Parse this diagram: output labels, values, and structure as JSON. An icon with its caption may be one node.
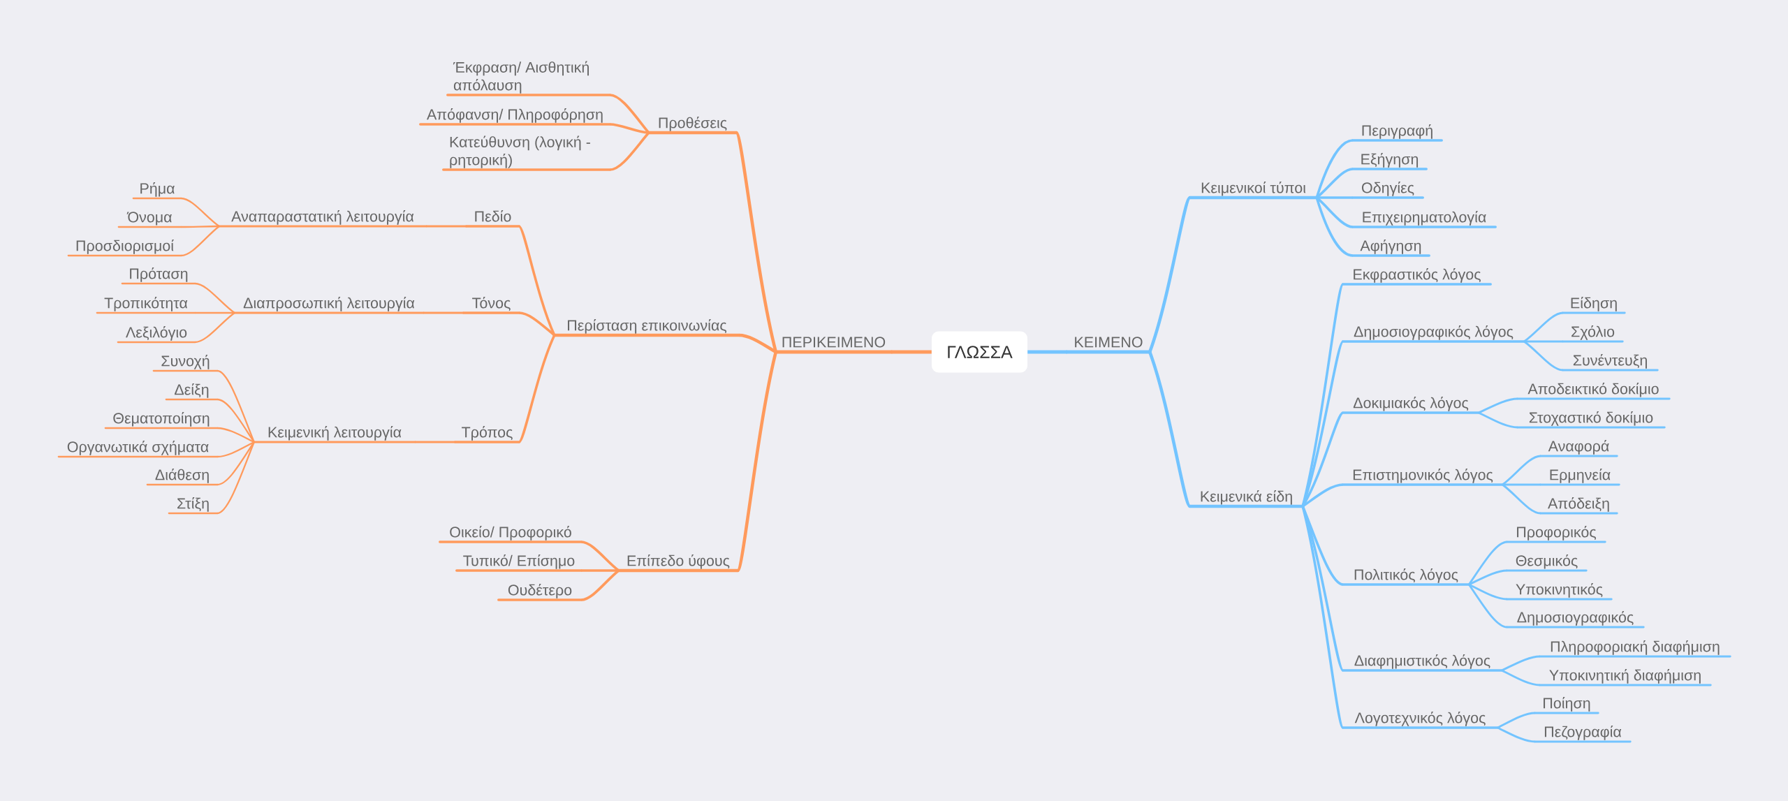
{
  "diagram": {
    "nodes": [
      {
        "text": [
          "ΓΛΩΣΣΑ"
        ]
      },
      {
        "text": [
          "ΠΕΡΙΚΕΙΜΕΝΟ"
        ]
      },
      {
        "text": [
          "Προθέσεις"
        ]
      },
      {
        "text": [
          "Έκφραση/ Αισθητική απόλαυση"
        ]
      },
      {
        "text": [
          "Απόφανση/ Πληροφόρηση"
        ]
      },
      {
        "text": [
          "Κατεύθυνση (λογική - ρητορική)"
        ]
      },
      {
        "text": [
          "Περίσταση επικοινωνίας"
        ]
      },
      {
        "text": [
          "Πεδίο"
        ]
      },
      {
        "text": [
          "Αναπαραστατική λειτουργία"
        ]
      },
      {
        "text": [
          "Ρήμα"
        ]
      },
      {
        "text": [
          "Όνομα"
        ]
      },
      {
        "text": [
          "Προσδιορισμοί"
        ]
      },
      {
        "text": [
          "Τόνος"
        ]
      },
      {
        "text": [
          "Διαπροσωπική λειτουργία"
        ]
      },
      {
        "text": [
          "Πρόταση"
        ]
      },
      {
        "text": [
          "Τροπικότητα"
        ]
      },
      {
        "text": [
          "Λεξιλόγιο"
        ]
      },
      {
        "text": [
          "Τρόπος"
        ]
      },
      {
        "text": [
          "Κειμενική λειτουργία"
        ]
      },
      {
        "text": [
          "Συνοχή"
        ]
      },
      {
        "text": [
          "Δείξη"
        ]
      },
      {
        "text": [
          "Θεματοποίηση"
        ]
      },
      {
        "text": [
          "Οργανωτικά σχήματα"
        ]
      },
      {
        "text": [
          "Διάθεση"
        ]
      },
      {
        "text": [
          "Στίξη"
        ]
      },
      {
        "text": [
          "Επίπεδο ύφους"
        ]
      },
      {
        "text": [
          "Οικείο/ Προφορικό"
        ]
      },
      {
        "text": [
          "Τυπικό/ Επίσημο"
        ]
      },
      {
        "text": [
          "Ουδέτερο"
        ]
      },
      {
        "text": [
          "ΚΕΙΜΕΝΟ"
        ]
      },
      {
        "text": [
          "Κειμενικοί τύποι"
        ]
      },
      {
        "text": [
          "Περιγραφή"
        ]
      },
      {
        "text": [
          "Εξήγηση"
        ]
      },
      {
        "text": [
          "Οδηγίες"
        ]
      },
      {
        "text": [
          "Επιχειρηματολογία"
        ]
      },
      {
        "text": [
          "Αφήγηση"
        ]
      },
      {
        "text": [
          "Κειμενικά είδη"
        ]
      },
      {
        "text": [
          "Εκφραστικός λόγος"
        ]
      },
      {
        "text": [
          "Δημοσιογραφικός λόγος"
        ]
      },
      {
        "text": [
          "Είδηση"
        ]
      },
      {
        "text": [
          "Σχόλιο"
        ]
      },
      {
        "text": [
          "Συνέντευξη"
        ]
      },
      {
        "text": [
          "Δοκιμιακός λόγος"
        ]
      },
      {
        "text": [
          "Αποδεικτικό δοκίμιο"
        ]
      },
      {
        "text": [
          "Στοχαστικό δοκίμιο"
        ]
      },
      {
        "text": [
          "Επιστημονικός λόγος"
        ]
      },
      {
        "text": [
          "Αναφορά"
        ]
      },
      {
        "text": [
          "Ερμηνεία"
        ]
      },
      {
        "text": [
          "Απόδειξη"
        ]
      },
      {
        "text": [
          "Πολιτικός λόγος"
        ]
      },
      {
        "text": [
          "Προφορικός"
        ]
      },
      {
        "text": [
          "Θεσμικός"
        ]
      },
      {
        "text": [
          "Υποκινητικός"
        ]
      },
      {
        "text": [
          "Δημοσιογραφικός"
        ]
      },
      {
        "text": [
          "Διαφημιστικός λόγος"
        ]
      },
      {
        "text": [
          "Πληροφοριακή διαφήμιση"
        ]
      },
      {
        "text": [
          "Υποκινητική διαφήμιση"
        ]
      },
      {
        "text": [
          "Λογοτεχνικός λόγος"
        ]
      },
      {
        "text": [
          "Ποίηση"
        ]
      },
      {
        "text": [
          "Πεζογραφία"
        ]
      }
    ],
    "edges": [
      {
        "from": 0,
        "to": 1,
        "arrow": "none",
        "color": "#ff9a5c"
      },
      {
        "from": 1,
        "to": 2,
        "arrow": "none",
        "color": "#ff9a5c"
      },
      {
        "from": 2,
        "to": 3,
        "arrow": "none",
        "color": "#ff9a5c"
      },
      {
        "from": 2,
        "to": 4,
        "arrow": "none",
        "color": "#ff9a5c"
      },
      {
        "from": 2,
        "to": 5,
        "arrow": "none",
        "color": "#ff9a5c"
      },
      {
        "from": 1,
        "to": 6,
        "arrow": "none",
        "color": "#ff9a5c"
      },
      {
        "from": 6,
        "to": 7,
        "arrow": "none",
        "color": "#ff9a5c"
      },
      {
        "from": 7,
        "to": 8,
        "arrow": "none",
        "color": "#ff9a5c"
      },
      {
        "from": 8,
        "to": 9,
        "arrow": "none",
        "color": "#ff9a5c"
      },
      {
        "from": 8,
        "to": 10,
        "arrow": "none",
        "color": "#ff9a5c"
      },
      {
        "from": 8,
        "to": 11,
        "arrow": "none",
        "color": "#ff9a5c"
      },
      {
        "from": 6,
        "to": 12,
        "arrow": "none",
        "color": "#ff9a5c"
      },
      {
        "from": 12,
        "to": 13,
        "arrow": "none",
        "color": "#ff9a5c"
      },
      {
        "from": 13,
        "to": 14,
        "arrow": "none",
        "color": "#ff9a5c"
      },
      {
        "from": 13,
        "to": 15,
        "arrow": "none",
        "color": "#ff9a5c"
      },
      {
        "from": 13,
        "to": 16,
        "arrow": "none",
        "color": "#ff9a5c"
      },
      {
        "from": 6,
        "to": 17,
        "arrow": "none",
        "color": "#ff9a5c"
      },
      {
        "from": 17,
        "to": 18,
        "arrow": "none",
        "color": "#ff9a5c"
      },
      {
        "from": 18,
        "to": 19,
        "arrow": "none",
        "color": "#ff9a5c"
      },
      {
        "from": 18,
        "to": 20,
        "arrow": "none",
        "color": "#ff9a5c"
      },
      {
        "from": 18,
        "to": 21,
        "arrow": "none",
        "color": "#ff9a5c"
      },
      {
        "from": 18,
        "to": 22,
        "arrow": "none",
        "color": "#ff9a5c"
      },
      {
        "from": 18,
        "to": 23,
        "arrow": "none",
        "color": "#ff9a5c"
      },
      {
        "from": 18,
        "to": 24,
        "arrow": "none",
        "color": "#ff9a5c"
      },
      {
        "from": 1,
        "to": 25,
        "arrow": "none",
        "color": "#ff9a5c"
      },
      {
        "from": 25,
        "to": 26,
        "arrow": "none",
        "color": "#ff9a5c"
      },
      {
        "from": 25,
        "to": 27,
        "arrow": "none",
        "color": "#ff9a5c"
      },
      {
        "from": 25,
        "to": 28,
        "arrow": "none",
        "color": "#ff9a5c"
      },
      {
        "from": 0,
        "to": 29,
        "arrow": "none"
      },
      {
        "from": 29,
        "to": 30,
        "arrow": "none"
      },
      {
        "from": 30,
        "to": 31,
        "arrow": "none"
      },
      {
        "from": 30,
        "to": 32,
        "arrow": "none"
      },
      {
        "from": 30,
        "to": 33,
        "arrow": "none"
      },
      {
        "from": 30,
        "to": 34,
        "arrow": "none"
      },
      {
        "from": 30,
        "to": 35,
        "arrow": "none"
      },
      {
        "from": 29,
        "to": 36,
        "arrow": "none"
      },
      {
        "from": 36,
        "to": 37,
        "arrow": "none"
      },
      {
        "from": 36,
        "to": 38,
        "arrow": "none"
      },
      {
        "from": 38,
        "to": 39,
        "arrow": "none"
      },
      {
        "from": 38,
        "to": 40,
        "arrow": "none"
      },
      {
        "from": 38,
        "to": 41,
        "arrow": "none"
      },
      {
        "from": 36,
        "to": 42,
        "arrow": "none"
      },
      {
        "from": 42,
        "to": 43,
        "arrow": "none"
      },
      {
        "from": 42,
        "to": 44,
        "arrow": "none"
      },
      {
        "from": 36,
        "to": 45,
        "arrow": "none"
      },
      {
        "from": 45,
        "to": 46,
        "arrow": "none"
      },
      {
        "from": 45,
        "to": 47,
        "arrow": "none"
      },
      {
        "from": 45,
        "to": 48,
        "arrow": "none"
      },
      {
        "from": 36,
        "to": 49,
        "arrow": "none"
      },
      {
        "from": 49,
        "to": 50,
        "arrow": "none"
      },
      {
        "from": 49,
        "to": 51,
        "arrow": "none"
      },
      {
        "from": 49,
        "to": 52,
        "arrow": "none"
      },
      {
        "from": 49,
        "to": 53,
        "arrow": "none"
      },
      {
        "from": 36,
        "to": 54,
        "arrow": "none"
      },
      {
        "from": 54,
        "to": 55,
        "arrow": "none"
      },
      {
        "from": 54,
        "to": 56,
        "arrow": "none"
      },
      {
        "from": 36,
        "to": 57,
        "arrow": "none"
      },
      {
        "from": 57,
        "to": 58,
        "arrow": "none"
      },
      {
        "from": 57,
        "to": 59,
        "arrow": "none"
      }
    ]
  }
}
